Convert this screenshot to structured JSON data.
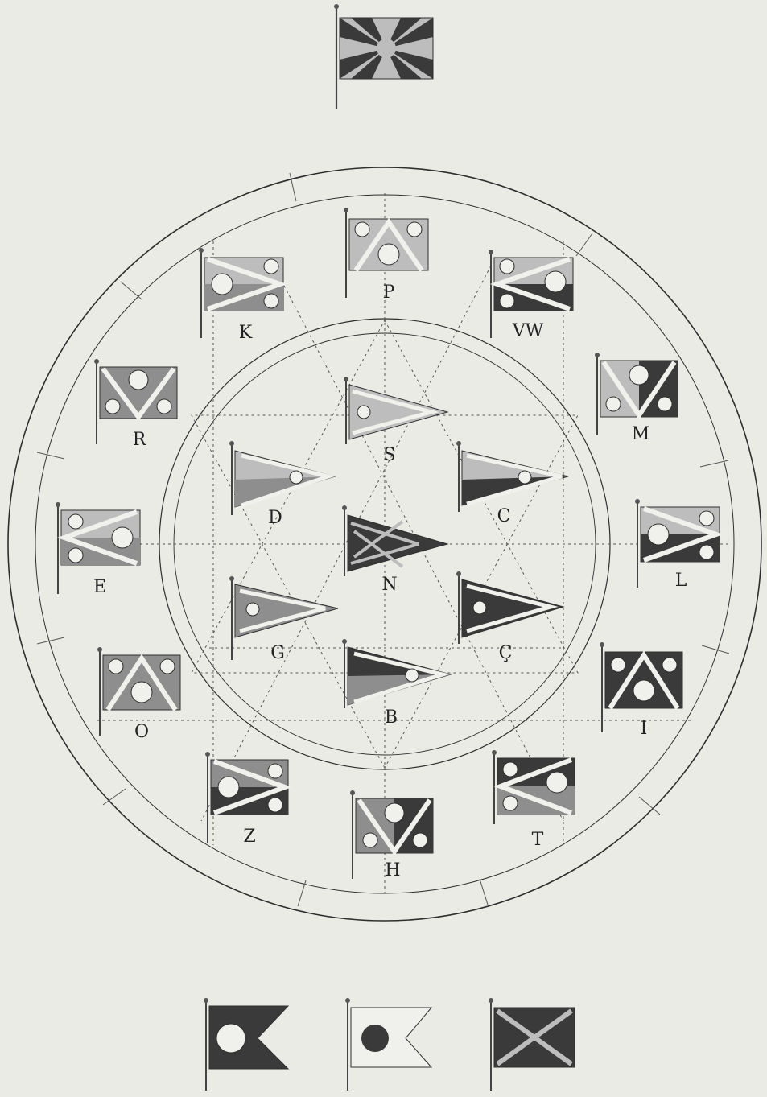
{
  "colors": {
    "paper": "#ebebe6",
    "ink": "#2e2e2e",
    "dark": "#3a3a3a",
    "mid": "#8e8e8e",
    "light": "#bdbdbd",
    "white": "#f0f0ec"
  },
  "flags": [
    {
      "id": "top",
      "label": "",
      "pattern": "rays"
    },
    {
      "id": "p",
      "label": "P",
      "pattern": "chevron-three-circles",
      "field": "light"
    },
    {
      "id": "k",
      "label": "K",
      "pattern": "hoist-chevron-three-circles",
      "field": "light-mid"
    },
    {
      "id": "vw",
      "label": "VW",
      "pattern": "hoist-chevron-three-circles",
      "field": "light-dark"
    },
    {
      "id": "r",
      "label": "R",
      "pattern": "fly-chevron-three-circles",
      "field": "mid"
    },
    {
      "id": "m",
      "label": "M",
      "pattern": "fly-chevron-three-circles",
      "field": "light-dark"
    },
    {
      "id": "e",
      "label": "E",
      "pattern": "hoist-chevron-three-circles",
      "field": "light-mid"
    },
    {
      "id": "l",
      "label": "L",
      "pattern": "hoist-chevron-three-circles",
      "field": "light-dark"
    },
    {
      "id": "o",
      "label": "O",
      "pattern": "chevron-three-circles",
      "field": "mid"
    },
    {
      "id": "i",
      "label": "I",
      "pattern": "chevron-three-circles",
      "field": "dark"
    },
    {
      "id": "z",
      "label": "Z",
      "pattern": "hoist-chevron-three-circles",
      "field": "mid-dark"
    },
    {
      "id": "t",
      "label": "T",
      "pattern": "hoist-chevron-three-circles",
      "field": "dark-mid"
    },
    {
      "id": "h",
      "label": "H",
      "pattern": "fly-chevron-three-circles",
      "field": "mid-dark"
    },
    {
      "id": "s",
      "label": "S",
      "pattern": "pennant-chevron-circle",
      "field": "light"
    },
    {
      "id": "d",
      "label": "D",
      "pattern": "pennant-chevron-circle",
      "field": "mid-light"
    },
    {
      "id": "c",
      "label": "C",
      "pattern": "pennant-chevron-circle",
      "field": "light-dark"
    },
    {
      "id": "n",
      "label": "N",
      "pattern": "pennant-lattice",
      "field": "dark"
    },
    {
      "id": "g",
      "label": "G",
      "pattern": "pennant-chevron-circle",
      "field": "mid"
    },
    {
      "id": "cc",
      "label": "Ç",
      "pattern": "pennant-chevron-circle",
      "field": "dark"
    },
    {
      "id": "b",
      "label": "B",
      "pattern": "pennant-chevron-circle",
      "field": "dark-mid"
    },
    {
      "id": "bottom1",
      "label": "",
      "pattern": "swallowtail-circle",
      "field": "dark"
    },
    {
      "id": "bottom2",
      "label": "",
      "pattern": "swallowtail-ball",
      "field": "light"
    },
    {
      "id": "bottom3",
      "label": "",
      "pattern": "saltire",
      "field": "dark"
    }
  ]
}
